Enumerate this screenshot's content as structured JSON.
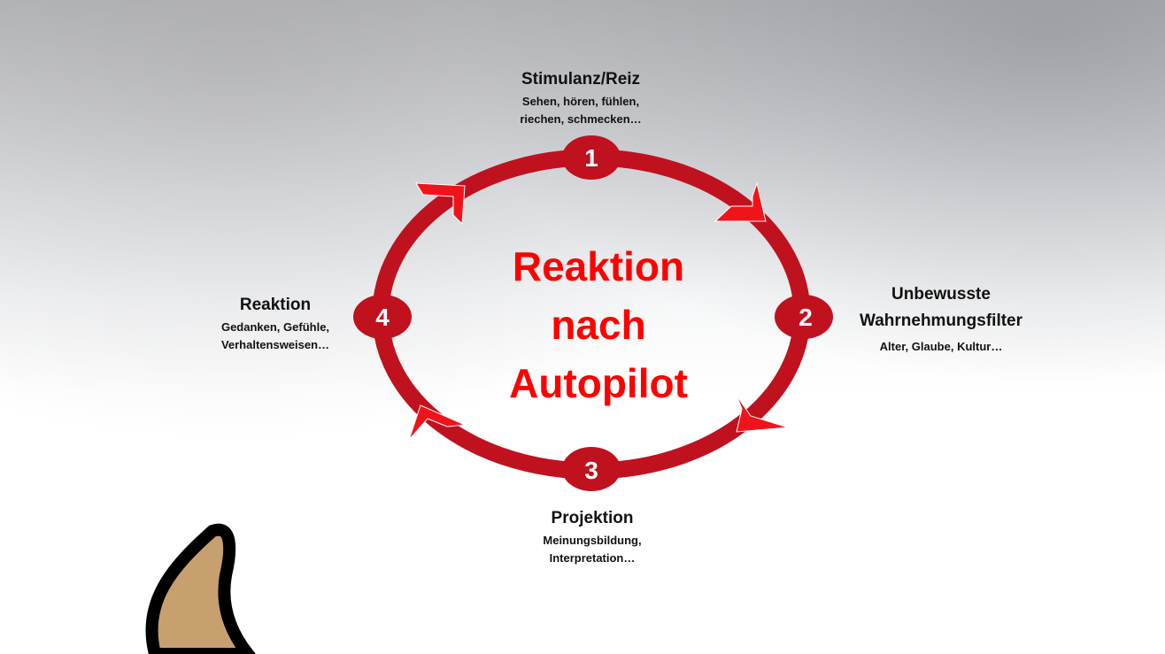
{
  "center_title": [
    "Reaktion",
    "nach",
    "Autopilot"
  ],
  "steps": [
    {
      "number": "1",
      "title": "Stimulanz/Reiz",
      "lines": [
        "Sehen, hören, fühlen,",
        "riechen, schmecken…"
      ]
    },
    {
      "number": "2",
      "title": [
        "Unbewusste",
        "Wahrnehmungsfilter"
      ],
      "lines": [
        "Alter, Glaube, Kultur…"
      ]
    },
    {
      "number": "3",
      "title": "Projektion",
      "lines": [
        "Meinungsbildung,",
        "Interpretation…"
      ]
    },
    {
      "number": "4",
      "title": "Reaktion",
      "lines": [
        "Gedanken, Gefühle,",
        "Verhaltensweisen…"
      ]
    }
  ],
  "colors": {
    "ring": "#c0111f",
    "arrow": "#f0141a",
    "center_text": "#ff0000"
  }
}
